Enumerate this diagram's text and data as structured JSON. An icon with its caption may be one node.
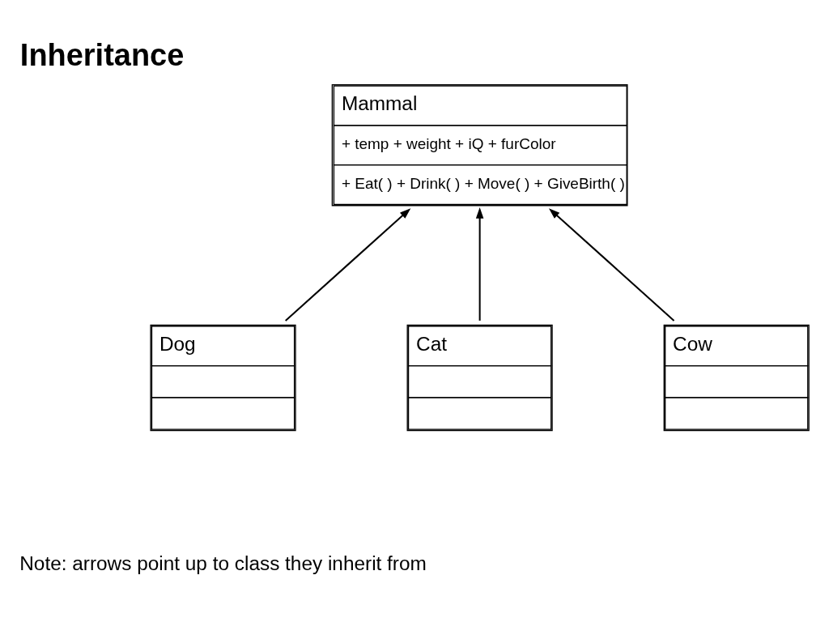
{
  "diagram": {
    "title": "Inheritance",
    "nodes": [
      {
        "text": [
          "Mammal",
          "+ temp + weight + iQ + furColor",
          "+ Eat( ) + Drink( ) + Move( ) + GiveBirth( )"
        ]
      },
      {
        "text": [
          "Dog"
        ]
      },
      {
        "text": [
          "Cat"
        ]
      },
      {
        "text": [
          "Cow"
        ]
      }
    ],
    "edges": [
      {
        "from": 1,
        "to": 0,
        "arrow": "to"
      },
      {
        "from": 2,
        "to": 0,
        "arrow": "to"
      },
      {
        "from": 3,
        "to": 0,
        "arrow": "to"
      }
    ],
    "labels": [
      "Note: arrows point up to class they inherit from"
    ]
  }
}
